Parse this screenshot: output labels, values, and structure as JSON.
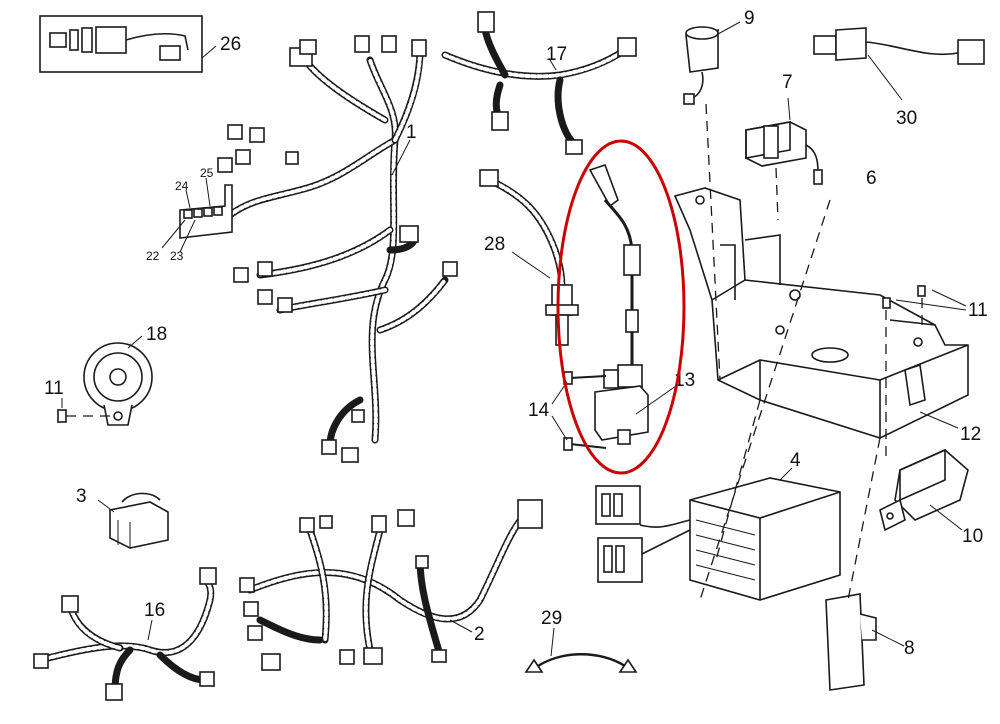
{
  "diagram": {
    "callouts": {
      "c1": "1",
      "c2": "2",
      "c3": "3",
      "c4": "4",
      "c6": "6",
      "c7": "7",
      "c8": "8",
      "c9": "9",
      "c10": "10",
      "c11a": "11",
      "c11b": "11",
      "c12": "12",
      "c13": "13",
      "c14": "14",
      "c16": "16",
      "c17": "17",
      "c18": "18",
      "c22": "22",
      "c23": "23",
      "c24": "24",
      "c25": "25",
      "c26": "26",
      "c28": "28",
      "c29": "29",
      "c30": "30"
    },
    "highlight_color": "#cc0000"
  }
}
